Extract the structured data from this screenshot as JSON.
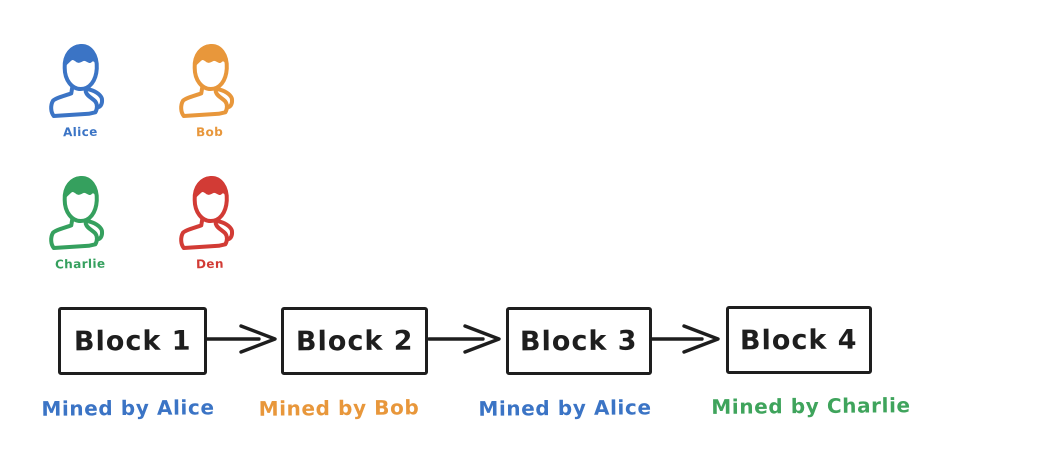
{
  "canvas": {
    "background": "#ffffff",
    "ink_color": "#1e1e1e"
  },
  "actors": [
    {
      "name": "Alice",
      "color": "#3B74C5"
    },
    {
      "name": "Bob",
      "color": "#E8973B"
    },
    {
      "name": "Charlie",
      "color": "#35A05E"
    },
    {
      "name": "Den",
      "color": "#D23B35"
    }
  ],
  "chain": {
    "stroke_color": "#1e1e1e",
    "blocks": [
      {
        "label": "Block 1",
        "miner": "Mined by Alice",
        "miner_color": "#3B74C5"
      },
      {
        "label": "Block 2",
        "miner": "Mined by Bob",
        "miner_color": "#E8973B"
      },
      {
        "label": "Block 3",
        "miner": "Mined by Alice",
        "miner_color": "#3B74C5"
      },
      {
        "label": "Block 4",
        "miner": "Mined by Charlie",
        "miner_color": "#3FA45C"
      }
    ]
  }
}
